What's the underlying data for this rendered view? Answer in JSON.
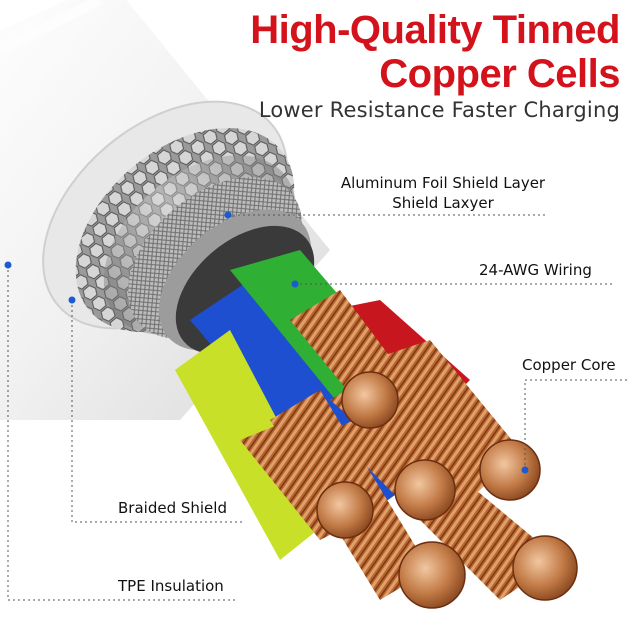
{
  "headline": {
    "line1": "High-Quality Tinned",
    "line2": "Copper Cells",
    "subtitle": "Lower Resistance Faster Charging"
  },
  "callouts": {
    "foil_shield_line1": "Aluminum Foil Shield Layer",
    "foil_shield_line2": "Shield Laxyer",
    "awg_wiring": "24-AWG Wiring",
    "copper_core": "Copper Core",
    "braided_shield": "Braided Shield",
    "tpe_insulation": "TPE Insulation"
  },
  "colors": {
    "headline": "#d4121b",
    "marker_dot": "#1a5ccf",
    "wire_green": "#2fb035",
    "wire_blue": "#1e4fd0",
    "wire_yellow": "#c8e027",
    "wire_red": "#c8161e",
    "copper": "#b8652f"
  }
}
